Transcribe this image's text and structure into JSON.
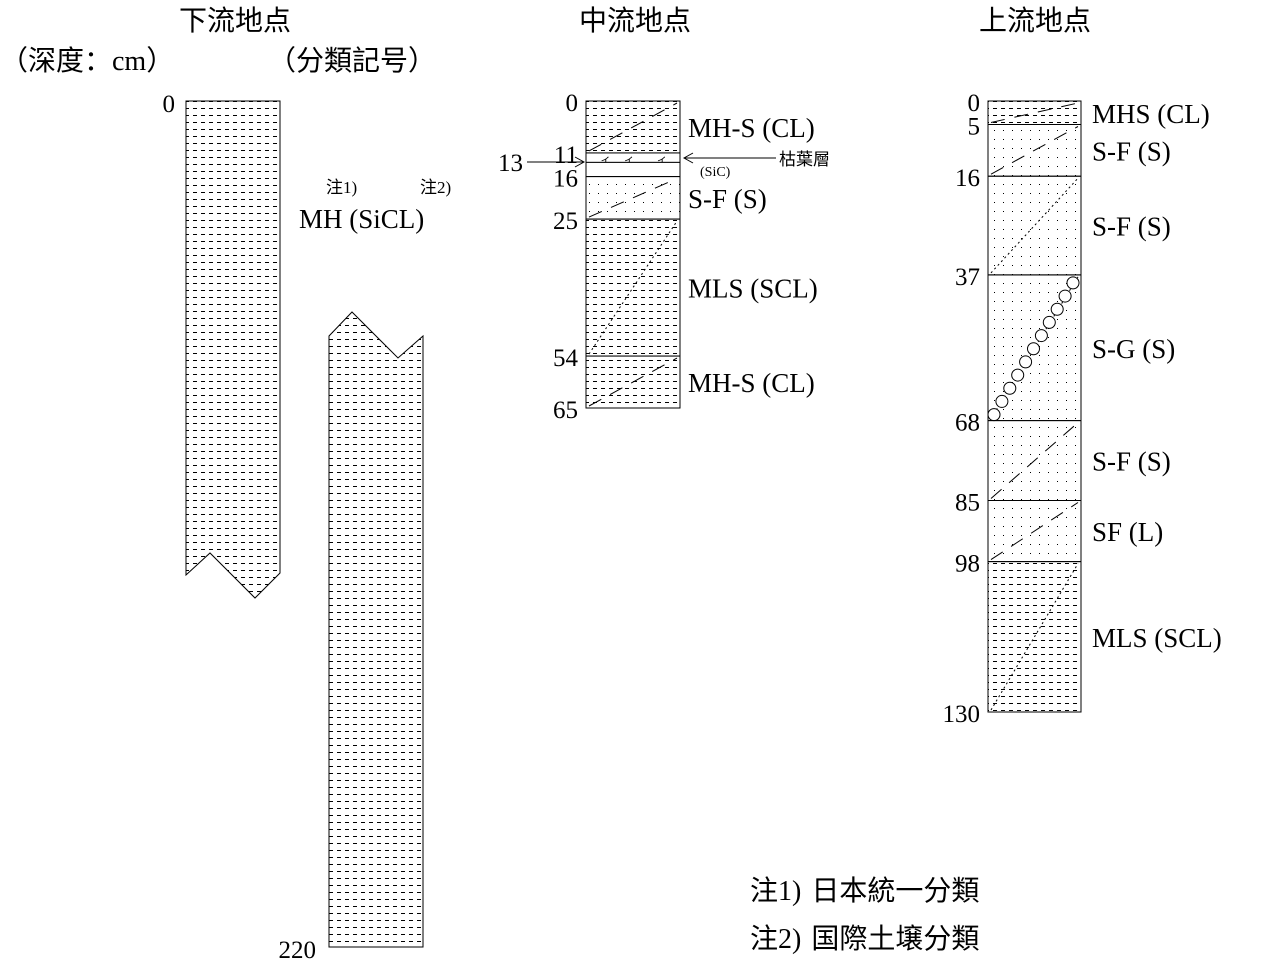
{
  "titles": {
    "downstream": "下流地点",
    "midstream": "中流地点",
    "upstream": "上流地点"
  },
  "subtitles": {
    "depth": "（深度：cm）",
    "classification": "（分類記号）"
  },
  "downstream": {
    "top_depth": "0",
    "bottom_depth": "220",
    "note1_marker": "注1)",
    "note2_marker": "注2)",
    "label": "MH (SiCL)"
  },
  "midstream": {
    "max_depth": 65,
    "depths": [
      "0",
      "11",
      "16",
      "25",
      "54",
      "65"
    ],
    "extra_depth": "13",
    "layers": [
      {
        "from": 0,
        "to": 11,
        "pattern": "dash",
        "label": "MH-S (CL)"
      },
      {
        "from": 11,
        "to": 13,
        "pattern": "leaf",
        "label": ""
      },
      {
        "from": 13,
        "to": 16,
        "pattern": "none",
        "label": ""
      },
      {
        "from": 16,
        "to": 25,
        "pattern": "dot",
        "label": "S-F (S)"
      },
      {
        "from": 25,
        "to": 54,
        "pattern": "dash",
        "label": "MLS (SCL)"
      },
      {
        "from": 54,
        "to": 65,
        "pattern": "dash",
        "label": "MH-S (CL)"
      }
    ],
    "litter_label": "枯葉層",
    "sic_label": "(SiC)"
  },
  "upstream": {
    "max_depth": 130,
    "depths": [
      "0",
      "5",
      "16",
      "37",
      "68",
      "85",
      "98",
      "130"
    ],
    "layers": [
      {
        "from": 0,
        "to": 5,
        "pattern": "dash",
        "label": "MHS (CL)"
      },
      {
        "from": 5,
        "to": 16,
        "pattern": "dot",
        "label": "S-F (S)"
      },
      {
        "from": 16,
        "to": 37,
        "pattern": "dot",
        "label": "S-F (S)"
      },
      {
        "from": 37,
        "to": 68,
        "pattern": "dot",
        "label": "S-G (S)"
      },
      {
        "from": 68,
        "to": 85,
        "pattern": "dot",
        "label": "S-F (S)"
      },
      {
        "from": 85,
        "to": 98,
        "pattern": "dot",
        "label": "SF (L)"
      },
      {
        "from": 98,
        "to": 130,
        "pattern": "dash",
        "label": "MLS (SCL)"
      }
    ]
  },
  "notes": [
    {
      "marker": "注1)",
      "text": "日本統一分類"
    },
    {
      "marker": "注2)",
      "text": "国際土壌分類"
    }
  ]
}
